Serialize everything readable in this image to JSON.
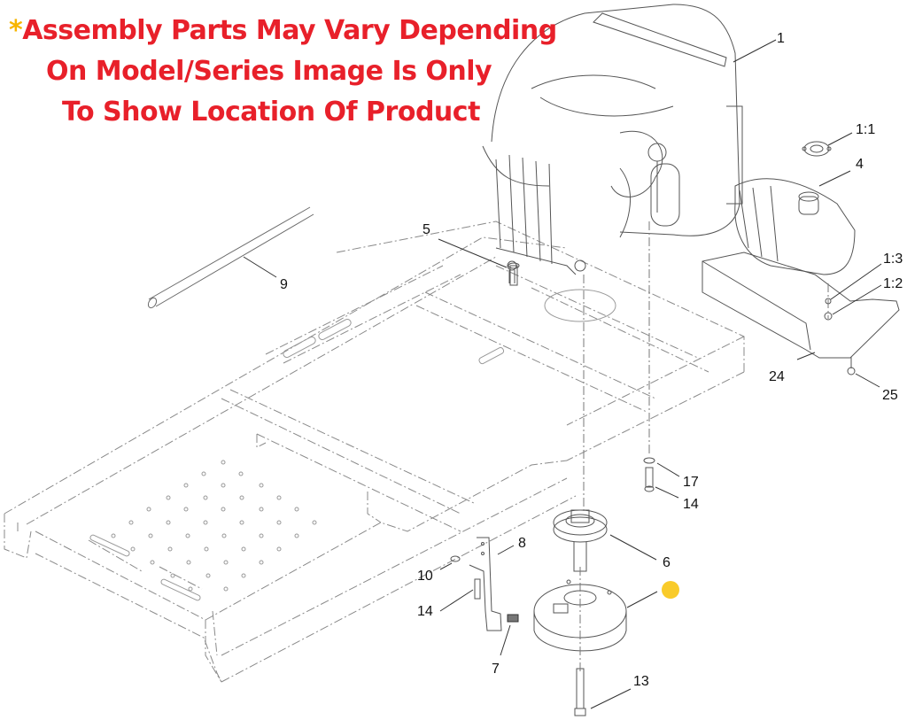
{
  "notice": {
    "asterisk": "*",
    "line1": "Assembly Parts May Vary Depending",
    "line2": "On Model/Series Image Is Only",
    "line3": "To Show Location Of Product",
    "text_color": "#e8202a",
    "asterisk_color": "#f7b500"
  },
  "callouts": [
    {
      "id": "1",
      "label": "1"
    },
    {
      "id": "1-1",
      "label": "1:1"
    },
    {
      "id": "4",
      "label": "4"
    },
    {
      "id": "5",
      "label": "5"
    },
    {
      "id": "9",
      "label": "9"
    },
    {
      "id": "1-3",
      "label": "1:3"
    },
    {
      "id": "1-2",
      "label": "1:2"
    },
    {
      "id": "24",
      "label": "24"
    },
    {
      "id": "25",
      "label": "25"
    },
    {
      "id": "17",
      "label": "17"
    },
    {
      "id": "14a",
      "label": "14"
    },
    {
      "id": "8",
      "label": "8"
    },
    {
      "id": "6",
      "label": "6"
    },
    {
      "id": "10",
      "label": "10"
    },
    {
      "id": "14b",
      "label": "14"
    },
    {
      "id": "7",
      "label": "7"
    },
    {
      "id": "13",
      "label": "13"
    }
  ],
  "highlight": {
    "color": "#f9cb2a",
    "meaning": "product-location-marker"
  },
  "line_color": "#555555"
}
